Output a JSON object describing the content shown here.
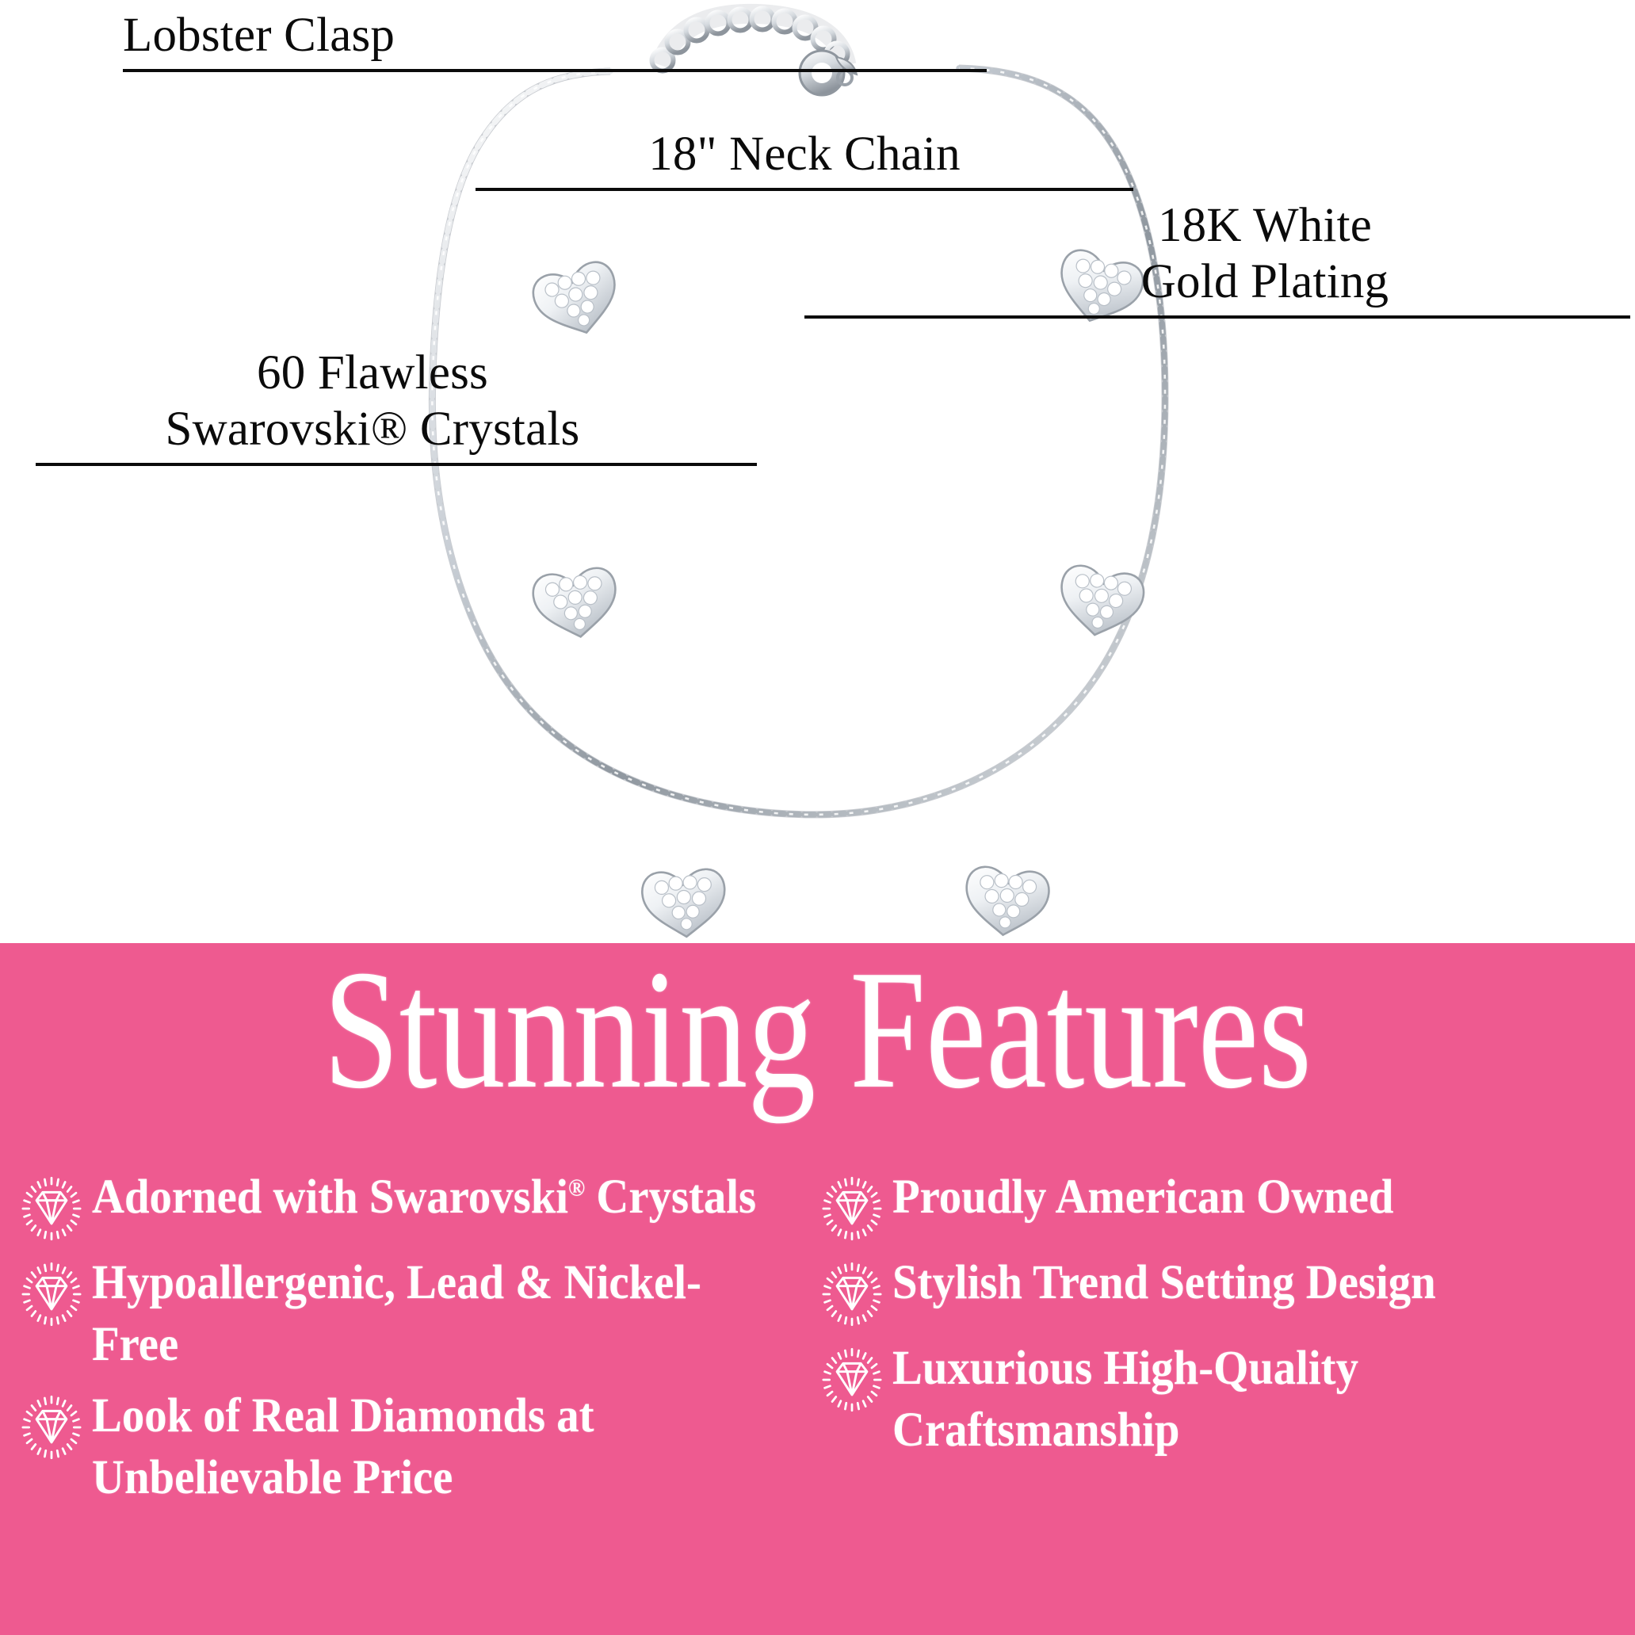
{
  "product": {
    "type": "necklace",
    "description": "Silver chain station necklace with pavé heart stations",
    "metal_color": "#c9ced4",
    "callouts": [
      {
        "id": "lobster-clasp",
        "label": "Lobster Clasp",
        "lines": [
          "Lobster Clasp"
        ]
      },
      {
        "id": "neck-chain",
        "label": "18\" Neck Chain",
        "lines": [
          "18\" Neck Chain"
        ]
      },
      {
        "id": "gold-plating",
        "label": "18K White Gold Plating",
        "lines": [
          "18K White",
          "Gold Plating"
        ]
      },
      {
        "id": "crystals",
        "label": "60 Flawless Swarovski® Crystals",
        "lines": [
          "60 Flawless",
          "Swarovski® Crystals"
        ]
      }
    ]
  },
  "features_banner": {
    "title": "Stunning Features",
    "background_color": "#ee5a90",
    "text_color": "#ffffff",
    "bullet_icon": "diamond-sparkle-icon",
    "left_column": [
      {
        "text_html": "Adorned with Swarovski<sup>®</sup> Crystals",
        "text": "Adorned with Swarovski® Crystals"
      },
      {
        "text_html": "Hypoallergenic, Lead &amp; Nickel-Free",
        "text": "Hypoallergenic, Lead & Nickel-Free"
      },
      {
        "text_html": "Look of Real Diamonds at Unbelievable Price",
        "text": "Look of Real Diamonds at Unbelievable Price"
      }
    ],
    "right_column": [
      {
        "text_html": "Proudly American Owned",
        "text": "Proudly American Owned"
      },
      {
        "text_html": "Stylish Trend Setting Design",
        "text": "Stylish Trend Setting Design"
      },
      {
        "text_html": "Luxurious High-Quality Craftsmanship",
        "text": "Luxurious High-Quality Craftsmanship"
      }
    ]
  }
}
